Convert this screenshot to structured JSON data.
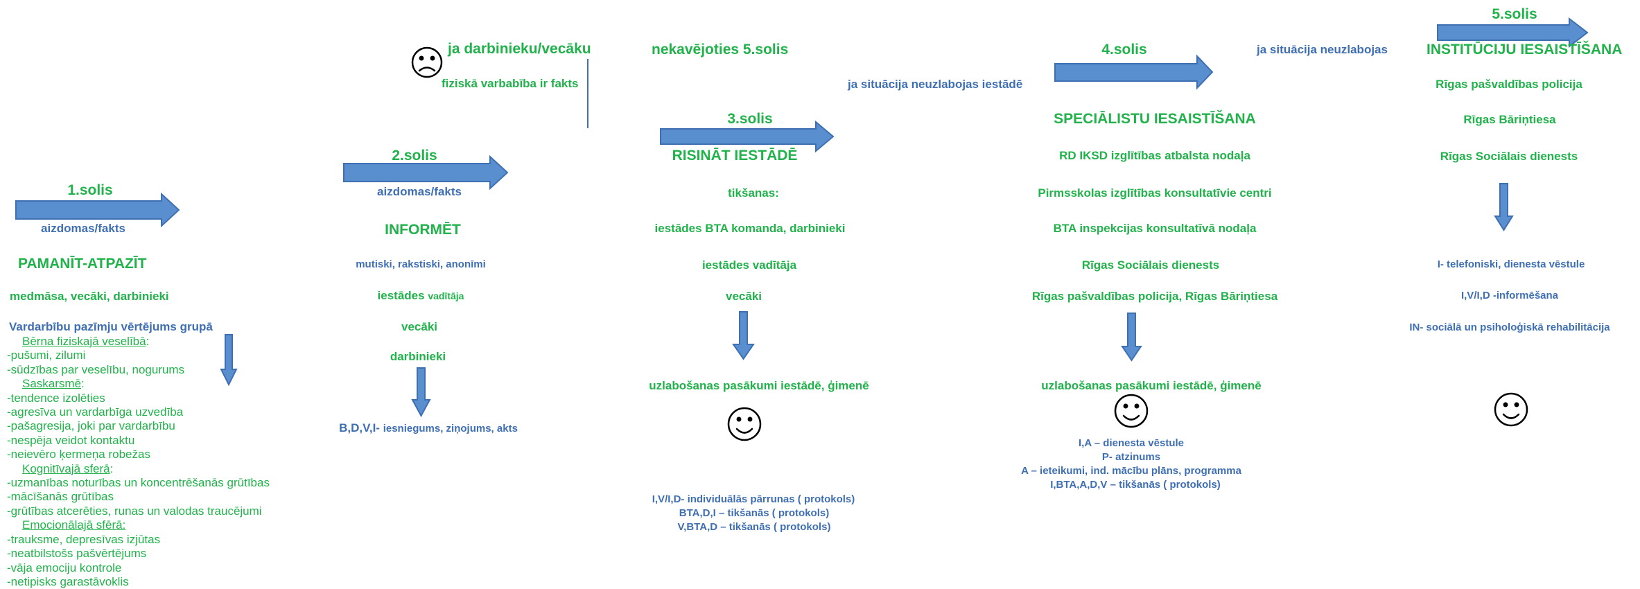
{
  "colors": {
    "green": "#21b24b",
    "blue": "#3f6fb3",
    "arrow_fill": "#5a8fcf",
    "arrow_stroke": "#3f6fb3"
  },
  "icons": [
    "right-arrow-icon",
    "down-arrow-icon",
    "bent-arrow-icon",
    "sad-face-icon",
    "smiley-face-icon"
  ],
  "step1": {
    "label": "1.solis",
    "sub": "aizdomas/fakts",
    "title": "PAMANĪT-ATPAZĪT",
    "who": "medmāsa, vecāki, darbinieki",
    "assessment": "Vardarbību pazīmju vērtējums grupā",
    "list": [
      {
        "text": "Bērna  fiziskajā veselībā",
        "suffix": ":",
        "sub": true
      },
      {
        "text": "-pušumi, zilumi"
      },
      {
        "text": "-sūdzības par veselību, nogurums"
      },
      {
        "text": "Saskarsmē",
        "suffix": ":",
        "sub": true
      },
      {
        "text": "-tendence izolēties"
      },
      {
        "text": "-agresīva un vardarbīga uzvedība"
      },
      {
        "text": "-pašagresija, joki par vardarbību"
      },
      {
        "text": "-nespēja veidot kontaktu"
      },
      {
        "text": "-neievēro ķermeņa robežas"
      },
      {
        "text": "Kognitīvajā sferā",
        "suffix": ":",
        "sub": true
      },
      {
        "text": "-uzmanības noturības un koncentrēšanās grūtības"
      },
      {
        "text": "-mācīšanās grūtības"
      },
      {
        "text": "-grūtības atcerēties, runas un valodas traucējumi"
      },
      {
        "text": "Emocionālajā sfērā:",
        "suffix": "",
        "sub": true
      },
      {
        "text": "-trauksme, depresīvas izjūtas"
      },
      {
        "text": "-neatbilstošs pašvērtējums"
      },
      {
        "text": "-vāja emociju kontrole"
      },
      {
        "text": "-netipisks garastāvoklis"
      }
    ]
  },
  "step2": {
    "label": "2.solis",
    "sub": "aizdomas/fakts",
    "title": "INFORMĒT",
    "line1": "mutiski, rakstiski, anonīmi",
    "line2a": "iestādes  ",
    "line2b": "vadītāja",
    "line3": "vecāki",
    "line4": "darbinieki",
    "bottom_a": "B,D,V,I- ",
    "bottom_b": "iesniegums, ziņojums, akts"
  },
  "urgent": {
    "line1": "ja darbinieku/vecāku",
    "line2": "fiziskā varbabība ir fakts",
    "target": "nekavējoties 5.solis"
  },
  "step3": {
    "label": "3.solis",
    "title": "RISINĀT IESTĀDĒ",
    "meetings": "tikšanas:",
    "line1": "iestādes BTA komanda, darbinieki",
    "line2": "iestādes vadītāja",
    "line3": "vecāki",
    "measures": "uzlabošanas pasākumi iestādē, ģimenē",
    "notes": [
      "I,V/I,D- individuālās pārrunas ( protokols)",
      "BTA,D,I – tikšanās ( protokols)",
      "V,BTA,D – tikšanās ( protokols)"
    ]
  },
  "transition34": "ja situācija neuzlabojas  iestādē",
  "step4": {
    "label": "4.solis",
    "title": "SPECIĀLISTU IESAISTĪŠANA",
    "items": [
      "RD IKSD izglītības atbalsta  nodaļa",
      "Pirmsskolas izglītības konsultatīvie centri",
      "BTA inspekcijas konsultatīvā nodaļa",
      "Rīgas Sociālais dienests",
      "Rīgas pašvaldības policija, Rīgas Bāriņtiesa"
    ],
    "measures": "uzlabošanas pasākumi iestādē, ģimenē",
    "notes": [
      "I,A – dienesta vēstule",
      "P- atzinums",
      "A – ieteikumi, ind. mācību plāns, programma",
      "I,BTA,A,D,V – tikšanās ( protokols)"
    ]
  },
  "transition45": "ja situācija neuzlabojas",
  "step5": {
    "label": "5.solis",
    "title": "INSTITŪCIJU IESAISTĪŠANA",
    "items": [
      "Rīgas pašvaldības  policija",
      "Rīgas Bāriņtiesa",
      "Rīgas Sociālais dienests"
    ],
    "notes": [
      "I- telefoniski, dienesta vēstule",
      "I,V/I,D -informēšana",
      "IN- sociālā un psiholoģiskā rehabilitācija"
    ]
  }
}
